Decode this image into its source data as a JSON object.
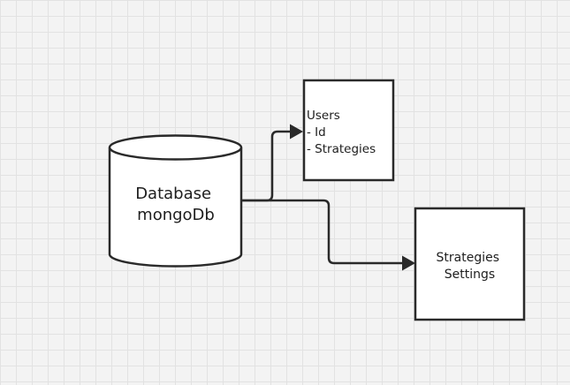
{
  "diagram": {
    "database": {
      "lines": [
        "Database",
        "mongoDb"
      ]
    },
    "users": {
      "lines": [
        "Users",
        "- Id",
        "- Strategies"
      ]
    },
    "strategies_settings": {
      "lines": [
        "Strategies",
        "Settings"
      ]
    },
    "colors": {
      "stroke": "#2a2a2a",
      "fill": "#ffffff",
      "text": "#1e1e1e"
    }
  }
}
